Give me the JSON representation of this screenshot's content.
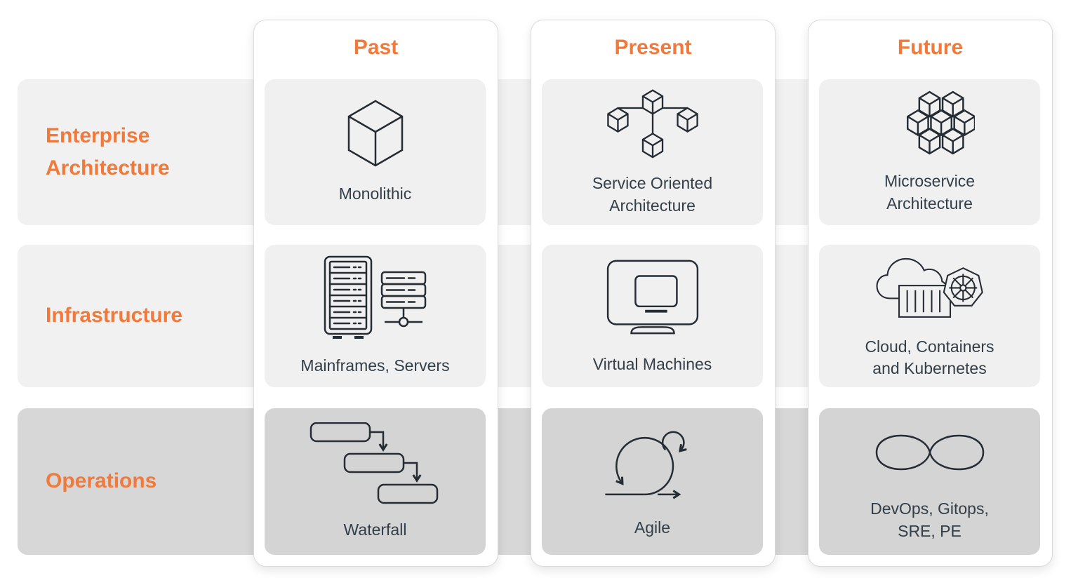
{
  "palette": {
    "accent_orange": "#F0793C",
    "label_dark": "#333E48",
    "icon_stroke": "#262C33",
    "band_light": "#F1F1F1",
    "band_dark": "#D7D7D7",
    "cell_light": "#F0F0F0",
    "cell_dark": "#D4D4D4",
    "card_background": "#FFFFFF",
    "card_border": "#DBDBDB"
  },
  "rows": [
    {
      "label": "Enterprise Architecture"
    },
    {
      "label": "Infrastructure"
    },
    {
      "label": "Operations"
    }
  ],
  "columns": [
    {
      "header": "Past",
      "cells": [
        {
          "icon": "monolith-cube-icon",
          "label": "Monolithic"
        },
        {
          "icon": "mainframe-servers-icon",
          "label": "Mainframes, Servers"
        },
        {
          "icon": "waterfall-icon",
          "label": "Waterfall"
        }
      ]
    },
    {
      "header": "Present",
      "cells": [
        {
          "icon": "soa-cubes-icon",
          "label": "Service Oriented Architecture"
        },
        {
          "icon": "virtual-machine-icon",
          "label": "Virtual Machines"
        },
        {
          "icon": "agile-loop-icon",
          "label": "Agile"
        }
      ]
    },
    {
      "header": "Future",
      "cells": [
        {
          "icon": "microservices-cubes-icon",
          "label": "Microservice Architecture"
        },
        {
          "icon": "cloud-containers-kubernetes-icon",
          "label": "Cloud, Containers and Kubernetes"
        },
        {
          "icon": "devops-infinity-icon",
          "label": "DevOps, Gitops, SRE, PE"
        }
      ]
    }
  ]
}
